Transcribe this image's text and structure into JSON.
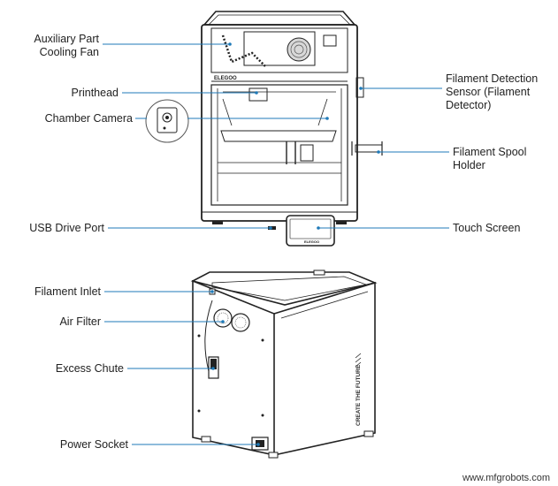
{
  "labels": {
    "aux_fan_line1": "Auxiliary Part",
    "aux_fan_line2": "Cooling Fan",
    "printhead": "Printhead",
    "chamber_camera": "Chamber Camera",
    "usb_port": "USB Drive Port",
    "filament_sensor_line1": "Filament Detection",
    "filament_sensor_line2": "Sensor (Filament",
    "filament_sensor_line3": "Detector)",
    "spool_holder_line1": "Filament Spool",
    "spool_holder_line2": "Holder",
    "touch_screen": "Touch Screen",
    "filament_inlet": "Filament Inlet",
    "air_filter": "Air Filter",
    "excess_chute": "Excess Chute",
    "power_socket": "Power Socket"
  },
  "printer_logo": "ELEGOO",
  "screen_logo": "ELEGOO",
  "side_slogan": "CREATE THE FUTURE",
  "watermark": "www.mfgrobots.com",
  "colors": {
    "leader": "#1f7ab8",
    "outline": "#222222",
    "text": "#222222"
  }
}
